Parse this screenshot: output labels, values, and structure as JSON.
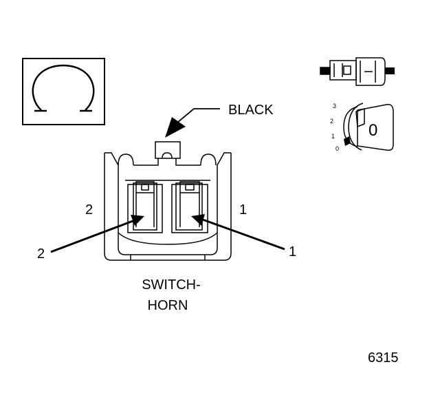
{
  "color_label": "BLACK",
  "connector_name_line1": "SWITCH-",
  "connector_name_line2": "HORN",
  "cavity_labels": {
    "left_on_body": "2",
    "right_on_body": "1",
    "left_pointer": "2",
    "right_pointer": "1"
  },
  "figure_number": "6315",
  "key_dial": {
    "tick_labels": [
      "3",
      "2",
      "1",
      "0"
    ],
    "key_face": "0"
  },
  "symbol": {
    "name": "omega-ohms-symbol"
  },
  "colors": {
    "ink": "#000000",
    "paper": "#ffffff"
  }
}
